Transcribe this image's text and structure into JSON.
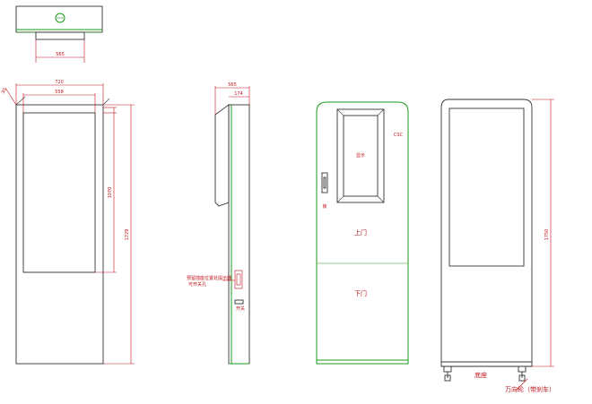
{
  "top_view": {
    "dim_width": "565"
  },
  "front_view": {
    "dim_top_outer": "720",
    "dim_top_inner": "558",
    "dim_side": "30",
    "dim_screen_h": "1070",
    "dim_total_h": "1729"
  },
  "side_view": {
    "dim_depth": "565",
    "dim_panel": "174",
    "note_lines": [
      "预留插座位置处提示器",
      "可开关孔"
    ],
    "switch_label": "开关"
  },
  "door_view": {
    "upper_label": "上门",
    "lower_label": "下门",
    "brand_label": "CSC",
    "lock_label": "锁",
    "screen_label": "显示"
  },
  "back_view": {
    "base_label": "底座",
    "caster_label": "万向轮（带刹车）",
    "dim_total_h": "1750"
  }
}
